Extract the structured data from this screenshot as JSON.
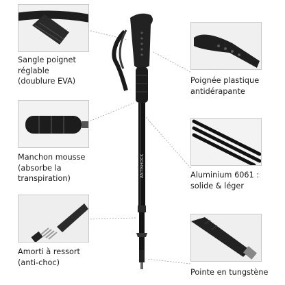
{
  "features": [
    {
      "id": "strap",
      "label": "Sangle poignet\nréglable\n(doublure EVA)",
      "icon": "wrist-strap-photo"
    },
    {
      "id": "foam",
      "label": "Manchon mousse\n(absorbe la\ntranspiration)",
      "icon": "foam-sleeve-photo"
    },
    {
      "id": "spring",
      "label": "Amorti à ressort\n(anti-choc)",
      "icon": "shock-spring-photo"
    },
    {
      "id": "grip",
      "label": "Poignée plastique\nantidérapante",
      "icon": "handle-grip-photo"
    },
    {
      "id": "alu",
      "label": "Aluminium 6061 :\nsolide & léger",
      "icon": "aluminium-tubes-photo"
    },
    {
      "id": "tip",
      "label": "Pointe en tungstène",
      "icon": "tungsten-tip-photo"
    }
  ],
  "pole": {
    "brand_text": "ANTISHOCK"
  },
  "colors": {
    "pole": "#141414",
    "accent": "#c9c9c9",
    "line": "#9a9a9a",
    "border": "#c8c8c8"
  }
}
